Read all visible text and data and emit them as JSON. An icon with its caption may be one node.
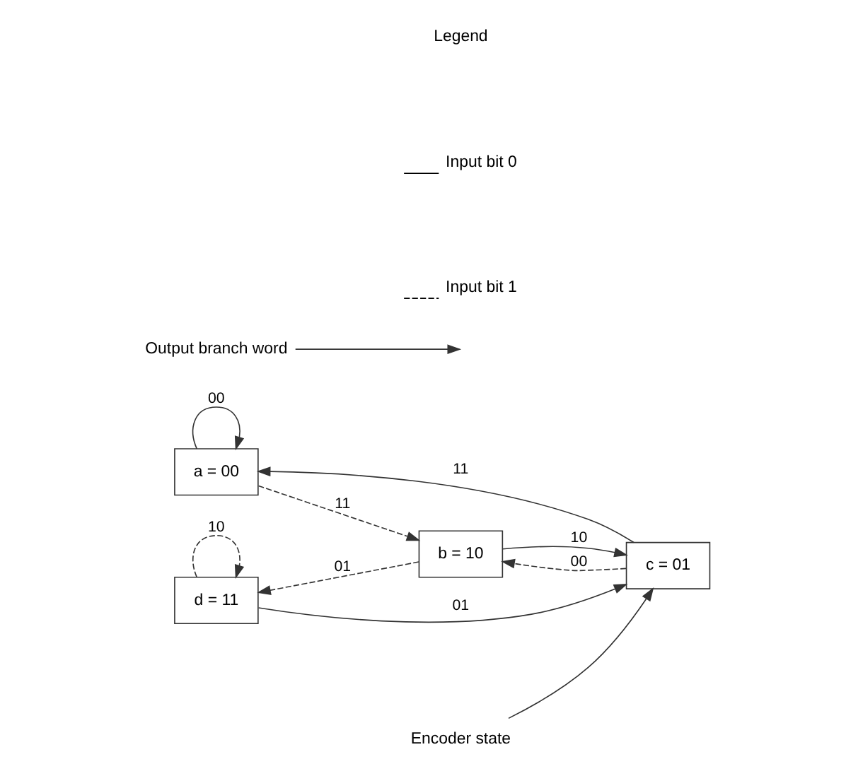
{
  "diagram": {
    "nodes": [
      {
        "text": [
          "a = 00"
        ]
      },
      {
        "text": [
          "b = 10"
        ]
      },
      {
        "text": [
          "c = 01"
        ]
      },
      {
        "text": [
          "d = 11"
        ]
      },
      {
        "text": [
          "Output branch word"
        ]
      },
      {
        "text": [
          "Encoder state"
        ]
      }
    ],
    "edges": [
      {
        "from": 0,
        "to": 0,
        "arrow": "to",
        "label": "00"
      },
      {
        "from": 0,
        "to": 1,
        "arrow": "to",
        "label": "11",
        "style": "dashed"
      },
      {
        "from": 2,
        "to": 0,
        "arrow": "to",
        "label": "11"
      },
      {
        "from": 2,
        "to": 1,
        "arrow": "to",
        "label": "00",
        "style": "dashed"
      },
      {
        "from": 1,
        "to": 2,
        "arrow": "to",
        "label": "10"
      },
      {
        "from": 1,
        "to": 3,
        "arrow": "to",
        "label": "01",
        "style": "dashed"
      },
      {
        "from": 3,
        "to": 2,
        "arrow": "to",
        "label": "01"
      },
      {
        "from": 3,
        "to": 3,
        "arrow": "to",
        "label": "10",
        "style": "dashed"
      },
      {
        "from": 4,
        "to": null,
        "arrow": "to"
      },
      {
        "from": 5,
        "to": 2,
        "arrow": "to"
      }
    ],
    "labels": [
      "Legend"
    ],
    "legend": [
      {
        "text": "Input bit 0"
      },
      {
        "text": "Input bit 1"
      }
    ]
  }
}
